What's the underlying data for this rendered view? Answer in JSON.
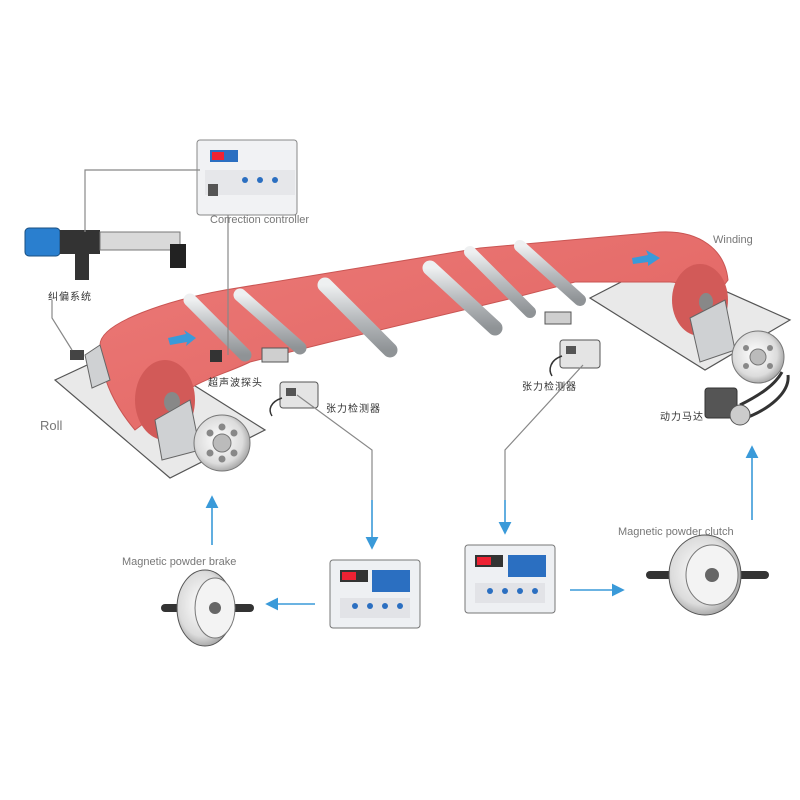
{
  "labels": {
    "correction_controller": "Correction controller",
    "winding": "Winding",
    "roll": "Roll",
    "brake": "Magnetic powder brake",
    "clutch": "Magnetic powder clutch",
    "correction_system": "纠偏系统",
    "ultrasonic_probe": "超声波探头",
    "tension_sensor_left": "张力检测器",
    "tension_sensor_right": "张力检测器",
    "power_motor": "动力马达"
  },
  "colors": {
    "web": "#e8706e",
    "web_dark": "#d25a58",
    "arrow": "#3a9ad9",
    "base": "#e9e9e9",
    "roller": "#c9cbcd",
    "controller_body": "#f1f2f4",
    "controller_screen": "#2b6fc1"
  },
  "icons": {
    "web_direction": "arrow-right-icon",
    "flow_arrow": "arrow-icon"
  }
}
